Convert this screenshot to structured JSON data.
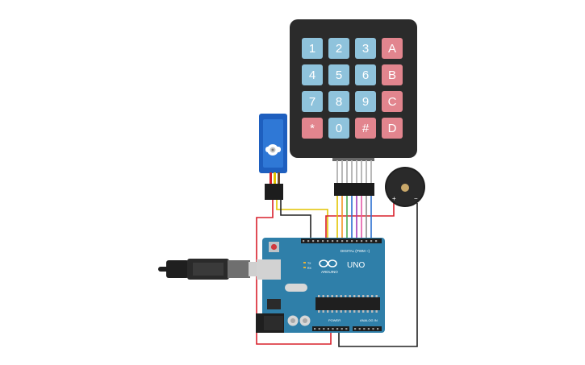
{
  "canvas": {
    "background": "#ffffff"
  },
  "keypad": {
    "rows": [
      [
        "1",
        "2",
        "3",
        "A"
      ],
      [
        "4",
        "5",
        "6",
        "B"
      ],
      [
        "7",
        "8",
        "9",
        "C"
      ],
      [
        "*",
        "0",
        "#",
        "D"
      ]
    ],
    "colors": {
      "body": "#2b2b2b",
      "number_key": "#8fc3dc",
      "letter_key": "#e2858e"
    }
  },
  "board": {
    "logo_text": "UNO",
    "brand": "ARDUINO",
    "digital_label": "DIGITAL (PWM ~)",
    "power_label": "POWER",
    "analog_label": "ANALOG IN",
    "tx_label": "TX",
    "rx_label": "RX",
    "color": "#2f7fa9"
  },
  "buzzer": {
    "plus_label": "+",
    "minus_label": "−"
  },
  "wire_colors": {
    "red": "#d8202c",
    "black": "#222222",
    "yellow": "#e2c400",
    "orange": "#f39423",
    "green": "#4caf50",
    "blue": "#2a6fd0",
    "purple": "#a23ab8",
    "pink": "#e45aa6",
    "gray": "#8a8a8a"
  },
  "icons": {
    "servo": "servo-motor-icon",
    "usb": "usb-cable-icon",
    "buzzer": "piezo-buzzer-icon",
    "keypad": "keypad-4x4-icon"
  }
}
